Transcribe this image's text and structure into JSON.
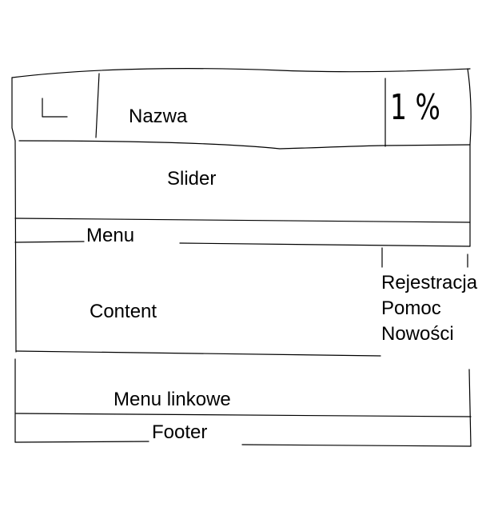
{
  "header": {
    "logo_glyph": "L",
    "title": "Nazwa",
    "lang_glyph": "1 %"
  },
  "slider": {
    "label": "Slider"
  },
  "menu": {
    "label": "Menu"
  },
  "content": {
    "label": "Content"
  },
  "sidebar": {
    "items": [
      {
        "label": "Rejestracja"
      },
      {
        "label": "Pomoc"
      },
      {
        "label": "Nowości"
      }
    ]
  },
  "link_menu": {
    "label": "Menu linkowe"
  },
  "footer": {
    "label": "Footer"
  },
  "colors": {
    "ink": "#000000",
    "paper": "#ffffff"
  }
}
